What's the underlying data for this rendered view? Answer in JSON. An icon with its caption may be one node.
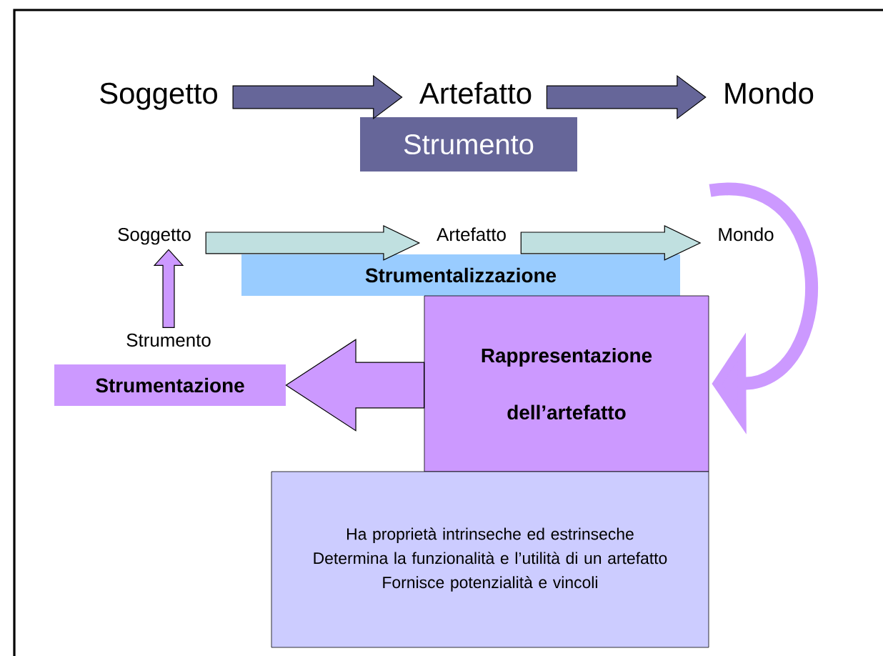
{
  "diagram": {
    "nodes": [
      {
        "text": [
          "Soggetto"
        ]
      },
      {
        "text": [
          "Artefatto"
        ]
      },
      {
        "text": [
          "Mondo"
        ]
      },
      {
        "text": [
          "Strumento"
        ]
      },
      {
        "text": [
          "Soggetto"
        ]
      },
      {
        "text": [
          "Artefatto"
        ]
      },
      {
        "text": [
          "Mondo"
        ]
      },
      {
        "text": [
          "Strumentalizzazione"
        ]
      },
      {
        "text": [
          "Strumento"
        ]
      },
      {
        "text": [
          "Strumentazione"
        ]
      },
      {
        "text": [
          "Rappresentazione dell’artefatto"
        ]
      },
      {
        "text": [
          "Ha proprietà intrinseche ed estrinseche",
          "Determina la funzionalità e l’utilità di un artefatto",
          "Fornisce potenzialità e vincoli"
        ]
      }
    ],
    "edges": [
      {
        "from": 0,
        "to": 1,
        "arrow": "to",
        "color": "#666699"
      },
      {
        "from": 1,
        "to": 2,
        "arrow": "to",
        "color": "#666699"
      },
      {
        "from": 4,
        "to": 5,
        "arrow": "to",
        "color": "#c0e0e0"
      },
      {
        "from": 5,
        "to": 6,
        "arrow": "to",
        "color": "#c0e0e0"
      },
      {
        "from": 8,
        "to": 4,
        "arrow": "to",
        "color": "#cc99ff"
      },
      {
        "from": 10,
        "to": 9,
        "arrow": "to",
        "color": "#cc99ff"
      },
      {
        "from": 6,
        "to": 10,
        "arrow": "to",
        "color": "#cc99ff"
      }
    ]
  }
}
